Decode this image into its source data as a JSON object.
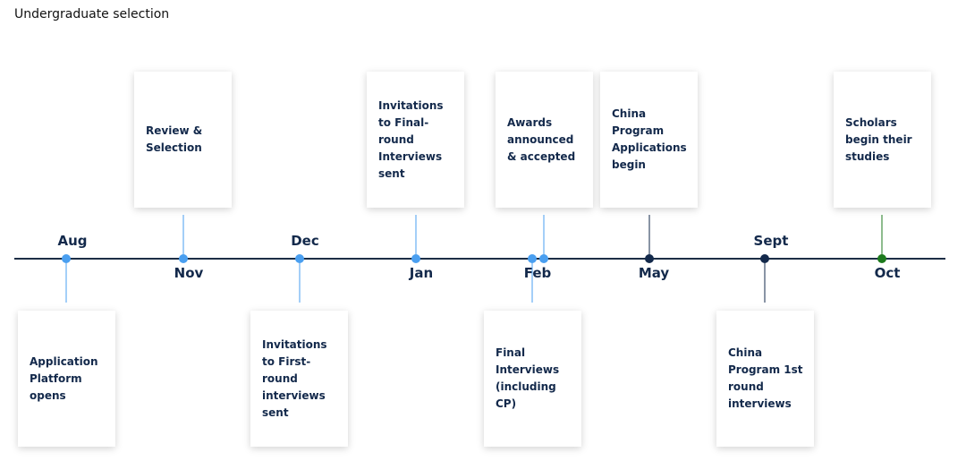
{
  "title": "Undergraduate selection",
  "months": {
    "aug": "Aug",
    "nov": "Nov",
    "dec": "Dec",
    "jan": "Jan",
    "feb": "Feb",
    "may": "May",
    "sept": "Sept",
    "oct": "Oct"
  },
  "events": {
    "application_opens": "Application Platform opens",
    "review_selection": "Review & Selection",
    "first_round_invites": "Invitations to First-round interviews sent",
    "final_round_invites": "Invitations to Final-round Interviews sent",
    "final_interviews": "Final Interviews (including CP)",
    "awards": "Awards announced & accepted",
    "china_applications": "China Program Applications begin",
    "china_first_round": "China Program 1st round interviews",
    "scholars_begin": "Scholars begin their studies"
  },
  "colors": {
    "light_blue": "#4a9ff0",
    "navy": "#13294b",
    "green": "#1d7a1d",
    "axis": "#1c2e45"
  }
}
